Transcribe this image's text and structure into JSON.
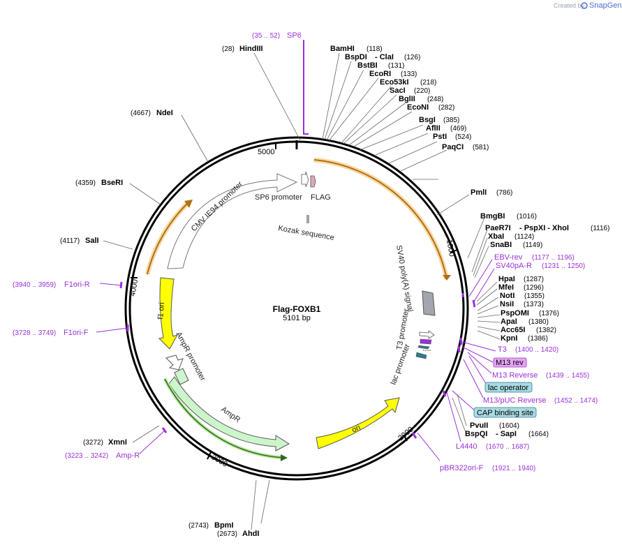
{
  "watermark": {
    "prefix": "Created by",
    "brand": "SnapGene"
  },
  "plasmid": {
    "name": "Flag-FOXB1",
    "size": "5101 bp"
  },
  "ticks": [
    "5000",
    "1000",
    "2000",
    "3000",
    "4000"
  ],
  "enzymes": [
    {
      "name": "HindIII",
      "pos": "(28)"
    },
    {
      "name": "BamHI",
      "pos": "(118)"
    },
    {
      "name": "BspDI",
      "extra": "- ClaI",
      "pos": "(126)"
    },
    {
      "name": "BstBI",
      "pos": "(131)"
    },
    {
      "name": "EcoRI",
      "pos": "(133)"
    },
    {
      "name": "Eco53kI",
      "pos": "(218)"
    },
    {
      "name": "SacI",
      "pos": "(220)"
    },
    {
      "name": "BglII",
      "pos": "(248)"
    },
    {
      "name": "EcoNI",
      "pos": "(282)"
    },
    {
      "name": "BsgI",
      "pos": "(385)"
    },
    {
      "name": "AflII",
      "pos": "(469)"
    },
    {
      "name": "PstI",
      "pos": "(524)"
    },
    {
      "name": "PaqCI",
      "pos": "(581)"
    },
    {
      "name": "PmlI",
      "pos": "(786)"
    },
    {
      "name": "BmgBI",
      "pos": "(1016)"
    },
    {
      "name": "PaeR7I",
      "extra": "- PspXI   - XhoI",
      "pos": "(1116)"
    },
    {
      "name": "XbaI",
      "pos": "(1124)"
    },
    {
      "name": "SnaBI",
      "pos": "(1149)"
    },
    {
      "name": "HpaI",
      "pos": "(1287)"
    },
    {
      "name": "MfeI",
      "pos": "(1296)"
    },
    {
      "name": "NotI",
      "pos": "(1355)"
    },
    {
      "name": "NsiI",
      "pos": "(1373)"
    },
    {
      "name": "PspOMI",
      "pos": "(1376)"
    },
    {
      "name": "ApaI",
      "pos": "(1380)"
    },
    {
      "name": "Acc65I",
      "pos": "(1382)"
    },
    {
      "name": "KpnI",
      "pos": "(1386)"
    },
    {
      "name": "PvuII",
      "pos": "(1604)"
    },
    {
      "name": "BspQI",
      "extra": "- SapI",
      "pos": "(1664)"
    },
    {
      "name": "AhdI",
      "pos": "(2673)"
    },
    {
      "name": "BpmI",
      "pos": "(2743)"
    },
    {
      "name": "XmnI",
      "pos": "(3272)"
    },
    {
      "name": "SalI",
      "pos": "(4117)"
    },
    {
      "name": "BseRI",
      "pos": "(4359)"
    },
    {
      "name": "NdeI",
      "pos": "(4667)"
    }
  ],
  "primers": [
    {
      "name": "SP6",
      "range": "(35 .. 52)"
    },
    {
      "name": "EBV-rev",
      "range": "(1177 .. 1196)"
    },
    {
      "name": "SV40pA-R",
      "range": "(1231 .. 1250)"
    },
    {
      "name": "T3",
      "range": "(1400 .. 1420)"
    },
    {
      "name": "M13 rev",
      "range": ""
    },
    {
      "name": "M13 Reverse",
      "range": "(1439 .. 1455)"
    },
    {
      "name": "M13/pUC Reverse",
      "range": "(1452 .. 1474)"
    },
    {
      "name": "L4440",
      "range": "(1670 .. 1687)"
    },
    {
      "name": "pBR322ori-F",
      "range": "(1921 .. 1940)"
    },
    {
      "name": "Amp-R",
      "range": "(3223 .. 3242)"
    },
    {
      "name": "F1ori-F",
      "range": "(3728 .. 3749)"
    },
    {
      "name": "F1ori-R",
      "range": "(3940 .. 3959)"
    }
  ],
  "boxed_features": [
    "lac operator",
    "CAP binding site"
  ],
  "features": [
    "CMV IE94 promoter",
    "SP6 promoter",
    "FLAG",
    "Kozak sequence",
    "SV40 poly(A) signal",
    "T3 promoter",
    "lac promoter",
    "ori",
    "AmpR",
    "AmpR promoter",
    "f1 ori"
  ],
  "colors": {
    "primer": "#9b30d9",
    "orf": "#f5a623",
    "ampr": "#ccf5cc",
    "ori": "#ffff00",
    "polyA": "#a3a6ad",
    "lacop": "#a8dbe3",
    "m13rev": "#e6a6f0"
  }
}
